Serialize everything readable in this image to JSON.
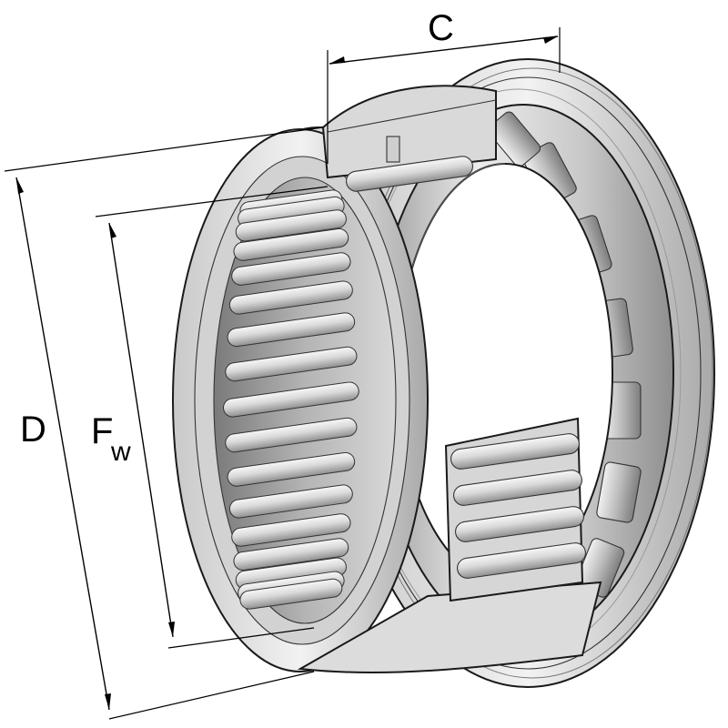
{
  "dimensions": {
    "width_label": "C",
    "outer_diameter_label": "D",
    "roller_diameter_label": "F",
    "roller_diameter_subscript": "w"
  },
  "colors": {
    "steel_light": "#e4e4e4",
    "steel_mid": "#bdbdbd",
    "steel_dark": "#8a8a8a",
    "line": "#000000"
  }
}
